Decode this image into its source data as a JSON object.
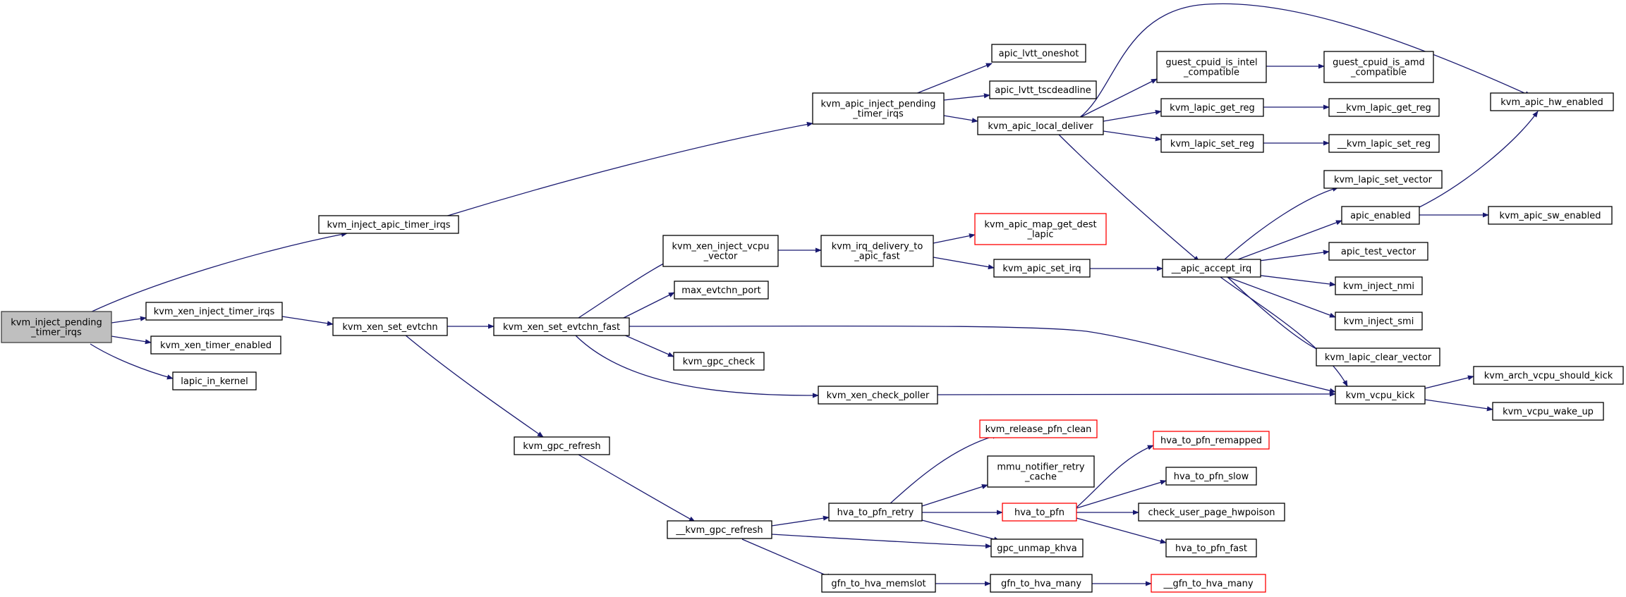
{
  "graph": {
    "colors": {
      "edge": "#191970",
      "node_border": "#000000",
      "root_fill": "#bfbfbf",
      "highlight_border": "#ff0000",
      "background": "#ffffff"
    },
    "nodes": {
      "root": {
        "lines": [
          "kvm_inject_pending",
          "_timer_irqs"
        ]
      },
      "inject_apic_timer": {
        "lines": [
          "kvm_inject_apic_timer_irqs"
        ]
      },
      "xen_inject_timer": {
        "lines": [
          "kvm_xen_inject_timer_irqs"
        ]
      },
      "xen_timer_enabled": {
        "lines": [
          "kvm_xen_timer_enabled"
        ]
      },
      "lapic_in_kernel": {
        "lines": [
          "lapic_in_kernel"
        ]
      },
      "apic_inject_pending": {
        "lines": [
          "kvm_apic_inject_pending",
          "_timer_irqs"
        ]
      },
      "xen_set_evtchn": {
        "lines": [
          "kvm_xen_set_evtchn"
        ]
      },
      "xen_set_evtchn_fast": {
        "lines": [
          "kvm_xen_set_evtchn_fast"
        ]
      },
      "gpc_refresh": {
        "lines": [
          "kvm_gpc_refresh"
        ]
      },
      "xen_inject_vcpu_vector": {
        "lines": [
          "kvm_xen_inject_vcpu",
          "_vector"
        ]
      },
      "max_evtchn_port": {
        "lines": [
          "max_evtchn_port"
        ]
      },
      "gpc_check": {
        "lines": [
          "kvm_gpc_check"
        ]
      },
      "xen_check_poller": {
        "lines": [
          "kvm_xen_check_poller"
        ]
      },
      "__gpc_refresh": {
        "lines": [
          "__kvm_gpc_refresh"
        ]
      },
      "apic_lvtt_oneshot": {
        "lines": [
          "apic_lvtt_oneshot"
        ]
      },
      "apic_lvtt_tscdeadline": {
        "lines": [
          "apic_lvtt_tscdeadline"
        ]
      },
      "apic_local_deliver": {
        "lines": [
          "kvm_apic_local_deliver"
        ]
      },
      "irq_delivery_fast": {
        "lines": [
          "kvm_irq_delivery_to",
          "_apic_fast"
        ]
      },
      "apic_map_get_dest": {
        "lines": [
          "kvm_apic_map_get_dest",
          "_lapic"
        ]
      },
      "apic_set_irq": {
        "lines": [
          "kvm_apic_set_irq"
        ]
      },
      "hva_to_pfn_retry": {
        "lines": [
          "hva_to_pfn_retry"
        ]
      },
      "gfn_to_hva_memslot": {
        "lines": [
          "gfn_to_hva_memslot"
        ]
      },
      "release_pfn_clean": {
        "lines": [
          "kvm_release_pfn_clean"
        ]
      },
      "mmu_notifier_retry": {
        "lines": [
          "mmu_notifier_retry",
          "_cache"
        ]
      },
      "hva_to_pfn": {
        "lines": [
          "hva_to_pfn"
        ]
      },
      "gpc_unmap_khva": {
        "lines": [
          "gpc_unmap_khva"
        ]
      },
      "gfn_to_hva_many": {
        "lines": [
          "gfn_to_hva_many"
        ]
      },
      "guest_cpuid_intel": {
        "lines": [
          "guest_cpuid_is_intel",
          "_compatible"
        ]
      },
      "lapic_get_reg": {
        "lines": [
          "kvm_lapic_get_reg"
        ]
      },
      "lapic_set_reg": {
        "lines": [
          "kvm_lapic_set_reg"
        ]
      },
      "__apic_accept_irq": {
        "lines": [
          "__apic_accept_irq"
        ]
      },
      "hva_to_pfn_remapped": {
        "lines": [
          "hva_to_pfn_remapped"
        ]
      },
      "hva_to_pfn_slow": {
        "lines": [
          "hva_to_pfn_slow"
        ]
      },
      "check_user_page_hwpoison": {
        "lines": [
          "check_user_page_hwpoison"
        ]
      },
      "hva_to_pfn_fast": {
        "lines": [
          "hva_to_pfn_fast"
        ]
      },
      "__gfn_to_hva_many": {
        "lines": [
          "__gfn_to_hva_many"
        ]
      },
      "guest_cpuid_amd": {
        "lines": [
          "guest_cpuid_is_amd",
          "_compatible"
        ]
      },
      "__lapic_get_reg": {
        "lines": [
          "__kvm_lapic_get_reg"
        ]
      },
      "__lapic_set_reg": {
        "lines": [
          "__kvm_lapic_set_reg"
        ]
      },
      "lapic_set_vector": {
        "lines": [
          "kvm_lapic_set_vector"
        ]
      },
      "apic_enabled": {
        "lines": [
          "apic_enabled"
        ]
      },
      "apic_test_vector": {
        "lines": [
          "apic_test_vector"
        ]
      },
      "inject_nmi": {
        "lines": [
          "kvm_inject_nmi"
        ]
      },
      "inject_smi": {
        "lines": [
          "kvm_inject_smi"
        ]
      },
      "lapic_clear_vector": {
        "lines": [
          "kvm_lapic_clear_vector"
        ]
      },
      "vcpu_kick": {
        "lines": [
          "kvm_vcpu_kick"
        ]
      },
      "apic_hw_enabled": {
        "lines": [
          "kvm_apic_hw_enabled"
        ]
      },
      "apic_sw_enabled": {
        "lines": [
          "kvm_apic_sw_enabled"
        ]
      },
      "arch_vcpu_should_kick": {
        "lines": [
          "kvm_arch_vcpu_should_kick"
        ]
      },
      "vcpu_wake_up": {
        "lines": [
          "kvm_vcpu_wake_up"
        ]
      }
    }
  }
}
